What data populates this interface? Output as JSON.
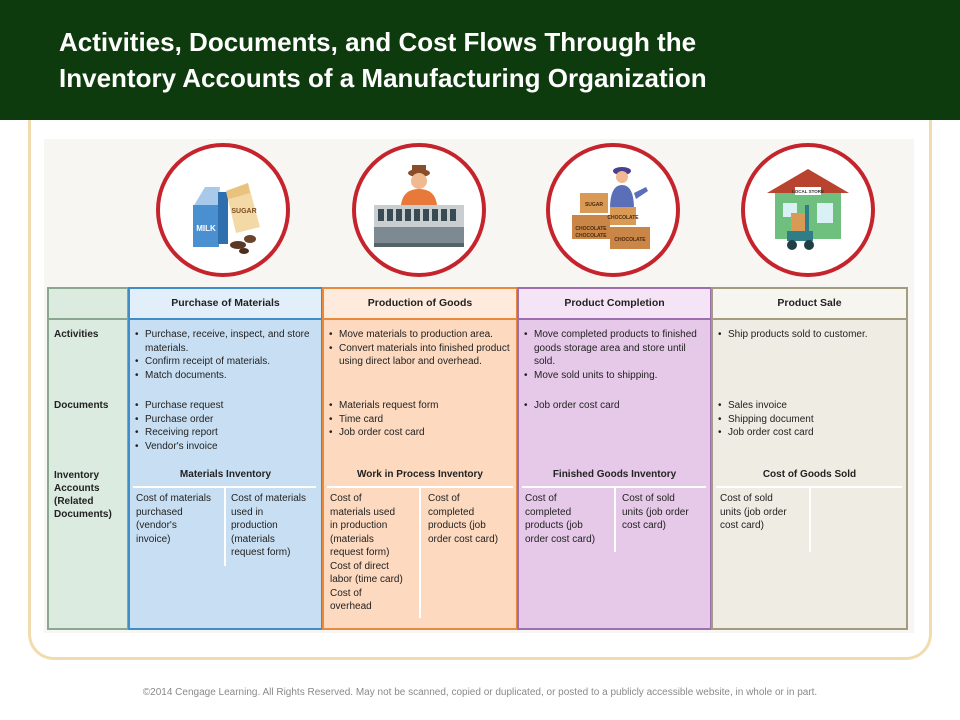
{
  "title": {
    "line1": "Activities, Documents, and Cost Flows Through the",
    "line2": "Inventory Accounts of a Manufacturing Organization"
  },
  "illustrations": [
    {
      "icon": "materials-milk-sugar-icon",
      "labels": [
        "MILK",
        "SUGAR"
      ]
    },
    {
      "icon": "production-worker-conveyor-icon"
    },
    {
      "icon": "finished-goods-boxes-icon",
      "labels": [
        "SUGAR",
        "CHOCOLATE",
        "CHOCOLATE",
        "CHOCOLATE",
        "CHOCOLATE"
      ]
    },
    {
      "icon": "store-forklift-icon",
      "labels": [
        "LOCAL STORE"
      ]
    }
  ],
  "row_labels": {
    "activities": "Activities",
    "documents": "Documents",
    "inventory": [
      "Inventory",
      "Accounts",
      "(Related",
      "Documents)"
    ]
  },
  "stages": [
    {
      "name": "Purchase of Materials",
      "activities": [
        "Purchase, receive, inspect, and store materials.",
        "Confirm receipt of materials.",
        "Match documents."
      ],
      "documents": [
        "Purchase request",
        "Purchase order",
        "Receiving report",
        "Vendor's invoice"
      ],
      "account": "Materials Inventory",
      "debit": [
        "Cost of materials",
        "purchased",
        "(vendor's",
        "invoice)"
      ],
      "credit": [
        "Cost of materials",
        "used in",
        "production",
        "(materials",
        "request form)"
      ]
    },
    {
      "name": "Production of Goods",
      "activities": [
        "Move materials to production area.",
        "Convert materials into finished product using direct labor and overhead."
      ],
      "documents": [
        "Materials request form",
        "Time card",
        "Job order cost card"
      ],
      "account": "Work in Process Inventory",
      "debit": [
        "Cost of",
        "materials used",
        "in production",
        "(materials",
        "request form)",
        "Cost of direct",
        "labor (time card)",
        "Cost of",
        "overhead"
      ],
      "credit": [
        "Cost of",
        "completed",
        "products (job",
        "order cost card)"
      ]
    },
    {
      "name": "Product Completion",
      "activities": [
        "Move completed products to finished goods storage area and store until sold.",
        "Move sold units to shipping."
      ],
      "documents": [
        "Job order cost card"
      ],
      "account": "Finished Goods Inventory",
      "debit": [
        "Cost of",
        "completed",
        "products (job",
        "order cost card)"
      ],
      "credit": [
        "Cost of sold",
        "units (job order",
        "cost card)"
      ]
    },
    {
      "name": "Product Sale",
      "activities": [
        "Ship products sold to customer."
      ],
      "documents": [
        "Sales invoice",
        "Shipping document",
        "Job order cost card"
      ],
      "account": "Cost of Goods Sold",
      "debit": [
        "Cost of sold",
        "units (job order",
        "cost card)"
      ],
      "credit": []
    }
  ],
  "copyright": "©2014 Cengage Learning. All Rights Reserved. May not be scanned, copied or duplicated, or posted to a publicly accessible website, in whole or in part.",
  "colors": {
    "header_bg": "#0e3b0e",
    "circle_border": "#c5242c",
    "stage_colors": [
      "#3f8ec8",
      "#e88a3c",
      "#9e6fb0",
      "#a49c82"
    ]
  }
}
